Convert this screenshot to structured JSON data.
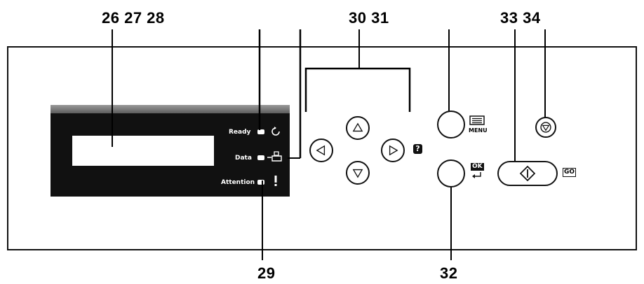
{
  "callouts": {
    "top_left": "26 27 28",
    "top_mid": "30 31",
    "top_right": "33 34",
    "bottom_left": "29",
    "bottom_mid": "32"
  },
  "indicators": {
    "ready": "Ready",
    "data": "Data",
    "attention": "Attention"
  },
  "buttons": {
    "menu_label": "MENU",
    "ok_label": "OK",
    "go_label": "GO",
    "help_symbol": "?"
  },
  "icons": {
    "ready": "power-cycle-icon",
    "data": "printer-job-icon",
    "attention": "exclamation-icon",
    "menu": "menu-list-icon",
    "ok": "enter-arrow-icon",
    "start": "diamond-start-icon",
    "stop": "stop-octagon-icon"
  }
}
